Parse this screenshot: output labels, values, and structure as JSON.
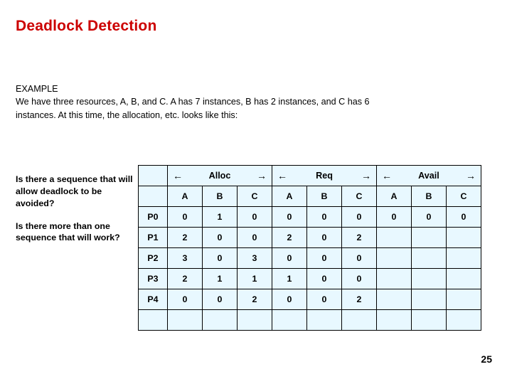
{
  "slide": {
    "title": "Deadlock Detection",
    "page_number": "25",
    "body": {
      "heading": "EXAMPLE",
      "line1": "We have three resources, A, B, and C.   A has 7 instances, B has 2 instances, and C has 6",
      "line2": "instances. At this time, the allocation, etc. looks like this:"
    },
    "questions": {
      "q1": "Is there a sequence that will allow deadlock to be avoided?",
      "q2": " Is there more than one sequence that will work?"
    },
    "table": {
      "group_headers": [
        {
          "left_arrow": "←",
          "label": "Alloc",
          "right_arrow": "→"
        },
        {
          "left_arrow": "←",
          "label": "Req",
          "right_arrow": "→"
        },
        {
          "left_arrow": "←",
          "label": "Avail",
          "right_arrow": "→"
        }
      ],
      "sub_headers": [
        "A",
        "B",
        "C",
        "A",
        "B",
        "C",
        "A",
        "B",
        "C"
      ],
      "rows": [
        {
          "label": "P0",
          "values": [
            "0",
            "1",
            "0",
            "0",
            "0",
            "0",
            "0",
            "0",
            "0"
          ]
        },
        {
          "label": "P1",
          "values": [
            "2",
            "0",
            "0",
            "2",
            "0",
            "2",
            "",
            "",
            ""
          ]
        },
        {
          "label": "P2",
          "values": [
            "3",
            "0",
            "3",
            "0",
            "0",
            "0",
            "",
            "",
            ""
          ]
        },
        {
          "label": "P3",
          "values": [
            "2",
            "1",
            "1",
            "1",
            "0",
            "0",
            "",
            "",
            ""
          ]
        },
        {
          "label": "P4",
          "values": [
            "0",
            "0",
            "2",
            "0",
            "0",
            "2",
            "",
            "",
            ""
          ]
        },
        {
          "label": "",
          "values": [
            "",
            "",
            "",
            "",
            "",
            "",
            "",
            "",
            ""
          ]
        }
      ]
    }
  }
}
